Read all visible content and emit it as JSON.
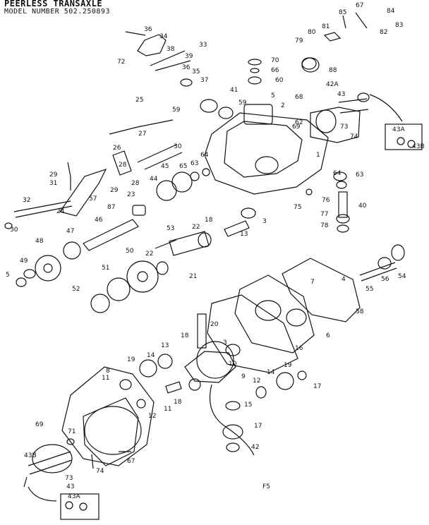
{
  "header": {
    "title": "PEERLESS TRANSAXLE",
    "model": "MODEL NUMBER 502.250893"
  },
  "footer": {
    "figure_code": "F5"
  },
  "callouts": [
    "36",
    "34",
    "72",
    "38",
    "39",
    "33",
    "36",
    "35",
    "37",
    "59",
    "70",
    "66",
    "60",
    "5",
    "41",
    "59",
    "68",
    "2",
    "42A",
    "43",
    "62",
    "69",
    "1",
    "73",
    "74",
    "43A",
    "43B",
    "85",
    "67",
    "84",
    "81",
    "82",
    "83",
    "80",
    "79",
    "88",
    "25",
    "27",
    "30",
    "26",
    "28",
    "29",
    "31",
    "29",
    "28",
    "24",
    "57",
    "32",
    "30",
    "45",
    "65",
    "63",
    "64",
    "44",
    "23",
    "87",
    "46",
    "47",
    "48",
    "49",
    "5",
    "50",
    "51",
    "52",
    "53",
    "22",
    "18",
    "13",
    "3",
    "22",
    "21",
    "64",
    "63",
    "75",
    "76",
    "40",
    "77",
    "78",
    "54",
    "55",
    "56",
    "4",
    "7",
    "6",
    "58",
    "16",
    "20",
    "18",
    "13",
    "14",
    "19",
    "8",
    "11",
    "10",
    "9",
    "3",
    "12",
    "11",
    "18",
    "12",
    "14",
    "19",
    "17",
    "15",
    "17",
    "42",
    "69",
    "71",
    "67",
    "74",
    "73",
    "43",
    "43B",
    "43A"
  ]
}
